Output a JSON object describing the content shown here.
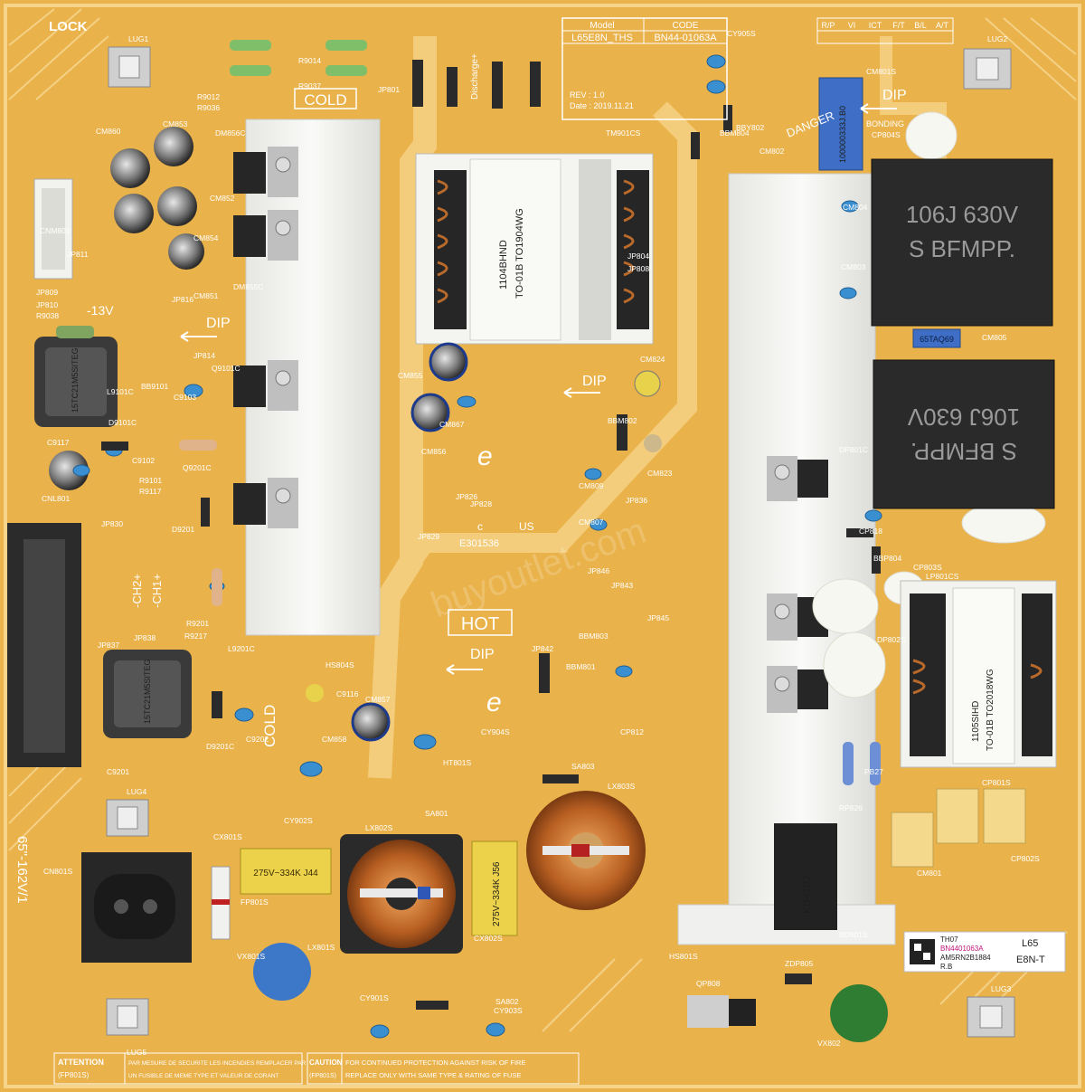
{
  "board": {
    "top_left_label": "LOCK",
    "model_table": {
      "model_header": "Model",
      "code_header": "CODE",
      "model": "L65E8N_THS",
      "code": "BN44-01063A",
      "rev": "REV : 1.0",
      "date": "Date : 2019.11.21"
    },
    "check_table": [
      "R/P",
      "VI",
      "ICT",
      "F/T",
      "B/L",
      "A/T"
    ],
    "zone_labels": {
      "cold_top": "COLD",
      "cold_bottom": "COLD",
      "hot": "HOT",
      "danger": "DANGER",
      "discharge": "Discharge+"
    },
    "dip_labels": [
      "DIP",
      "DIP",
      "DIP",
      "DIP"
    ],
    "voltage_label": "-13V",
    "channel_labels": [
      "-CH2+",
      "-CH1+"
    ],
    "side_label": "65\"-162V/1",
    "ul_file": "E301536",
    "logo_marks": [
      "e",
      "e",
      "c",
      "US"
    ],
    "watermark": "buyoutlet.com",
    "bonding_label": "BONDING",
    "cap_markings": {
      "film_cap_top": [
        "106J 630V",
        "S BFMPP."
      ],
      "film_cap_bottom": [
        "S BFMPP.",
        "106J 630V"
      ],
      "x_cap_1": "275V~334K J44",
      "x_cap_2": "275V~334K J56",
      "blue_cap": "100000333J.B0",
      "small_blue_cap": "65TAQ69"
    },
    "transformer_markings": {
      "main": [
        "1104BHND",
        "TO-01B TO1904WG"
      ],
      "standby": [
        "1105SIHD",
        "TO-01B TO2018WG"
      ]
    },
    "inductor_markings": [
      "15TC21M5SITEG",
      "15TC21M5SITEG"
    ],
    "regulator_marking": "KB410J",
    "sticker": {
      "line1": "TH07",
      "line2": "BN4401063A",
      "line3": "AM5RN2B1884",
      "line4": "R.B",
      "model": "L65",
      "variant": "E8N-T"
    },
    "component_labels": [
      "LUG1",
      "LUG2",
      "LUG3",
      "LUG4",
      "LUG5",
      "R9014",
      "R9037",
      "R9012",
      "R9036",
      "JP801",
      "CM860",
      "CM853",
      "CM852",
      "CM854",
      "CM851",
      "DM856C",
      "DM855C",
      "CNM801",
      "JP811",
      "JP809",
      "JP810",
      "R9038",
      "JP816",
      "JP814",
      "Q9101C",
      "BB9101",
      "L9101C",
      "C9103",
      "D9101C",
      "C9117",
      "C9102",
      "Q9201C",
      "R9101",
      "R9117",
      "CNL801",
      "JP830",
      "D9201",
      "JP837",
      "JP838",
      "R9217",
      "R9201",
      "L9201C",
      "C9201",
      "D9201C",
      "C9202",
      "C9116",
      "CM857",
      "CM858",
      "HS804S",
      "CM855",
      "CM867",
      "CM856",
      "JP826",
      "JP828",
      "JP829",
      "TM901CS",
      "CM824",
      "CM823",
      "BBM802",
      "CM809",
      "CM807",
      "JP836",
      "JP846",
      "JP843",
      "JP845",
      "BBM803",
      "JP842",
      "BBM801",
      "CP812",
      "CY904S",
      "JP804",
      "JP808",
      "BBY802",
      "CM802",
      "BBM804",
      "CY905S",
      "CM801S",
      "CP804S",
      "CM804",
      "CM803",
      "CM805",
      "DP801C",
      "CP818",
      "BBP804",
      "CP803S",
      "LP801CS",
      "DP802S",
      "CP801S",
      "CP802S",
      "PB27",
      "RP826",
      "BD801S",
      "CM801",
      "CX801S",
      "LX802S",
      "CX802S",
      "LX803S",
      "SA801",
      "SA802",
      "SA803",
      "HT801S",
      "CY902S",
      "CY901S",
      "CY903S",
      "FP801S",
      "VX801S",
      "LX801S",
      "VX802",
      "QP808",
      "ZDP805",
      "HS801S",
      "CN801S"
    ],
    "attention": {
      "title": "ATTENTION",
      "code": "(FP801S)",
      "line1": "PAR MESURE DE SECURITE LES INCENDIES REMPLACER PAR",
      "line2": "UN FUSIBLE DE MEME TYPE ET VALEUR DE CORANT"
    },
    "caution": {
      "title": "CAUTION",
      "code": "(FP801S)",
      "line1": "FOR CONTINUED PROTECTION AGAINST RISK OF FIRE",
      "line2": "REPLACE ONLY WITH SAME TYPE & RATING OF FUSE"
    }
  },
  "colors": {
    "pcb": "#eab24a",
    "pcb_light": "#f1c66b",
    "silkscreen": "#ffffff",
    "heatsink": "#f3f3f1",
    "component_black": "#262626",
    "ceramic_cap": "#3a8fd0",
    "copper": "#c46a28"
  }
}
